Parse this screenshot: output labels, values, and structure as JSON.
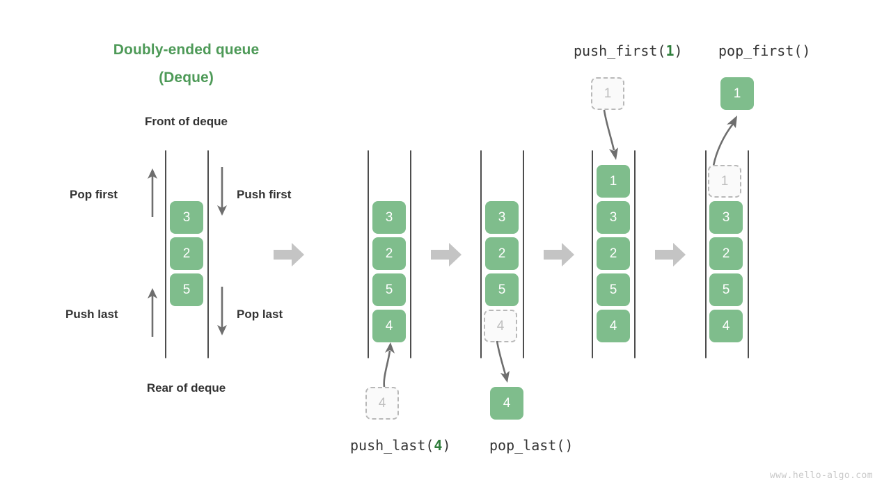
{
  "title": {
    "line1": "Doubly-ended queue",
    "line2": "(Deque)",
    "color": "#4e9a58"
  },
  "labels": {
    "front_of_deque": "Front of deque",
    "rear_of_deque": "Rear of deque",
    "pop_first": "Pop first",
    "push_first": "Push first",
    "push_last": "Push last",
    "pop_last": "Pop last"
  },
  "operations": {
    "push_first": {
      "name": "push_first(",
      "arg": "1",
      "close": ")"
    },
    "pop_first": {
      "name": "pop_first()"
    },
    "push_last": {
      "name": "push_last(",
      "arg": "4",
      "close": ")"
    },
    "pop_last": {
      "name": "pop_last()"
    }
  },
  "colors": {
    "cell_green": "#7fbd8c",
    "cell_text": "#ffffff",
    "ghost_fill": "#fafafa",
    "ghost_border": "#b8b8b8",
    "ghost_text": "#bdbdbd",
    "rail": "#4d4d4d",
    "block_arrow": "#c4c4c4",
    "motion_arrow": "#6e6e6e",
    "heading_text": "#333333",
    "watermark": "#c8c8c8"
  },
  "stages": [
    {
      "id": "legend",
      "cells": [
        "3",
        "2",
        "5"
      ],
      "incoming": null,
      "outgoing": null
    },
    {
      "id": "initial",
      "cells": [
        "3",
        "2",
        "5",
        "4"
      ],
      "incoming": {
        "value": "4",
        "direction": "up",
        "state": "ghost"
      },
      "outgoing": null
    },
    {
      "id": "after-push-last",
      "cells": [
        "3",
        "2",
        "5",
        "4"
      ],
      "ghost_index": 3,
      "outgoing": {
        "value": "4",
        "direction": "down",
        "state": "solid"
      }
    },
    {
      "id": "after-pop-last",
      "cells": [
        "1",
        "3",
        "2",
        "5",
        "4"
      ],
      "ghost_index": -1,
      "incoming": {
        "value": "1",
        "direction": "down",
        "state": "ghost"
      }
    },
    {
      "id": "after-push-first",
      "cells": [
        "1",
        "3",
        "2",
        "5",
        "4"
      ],
      "ghost_index": 0,
      "outgoing": {
        "value": "1",
        "direction": "up",
        "state": "solid"
      }
    }
  ],
  "watermark": "www.hello-algo.com"
}
